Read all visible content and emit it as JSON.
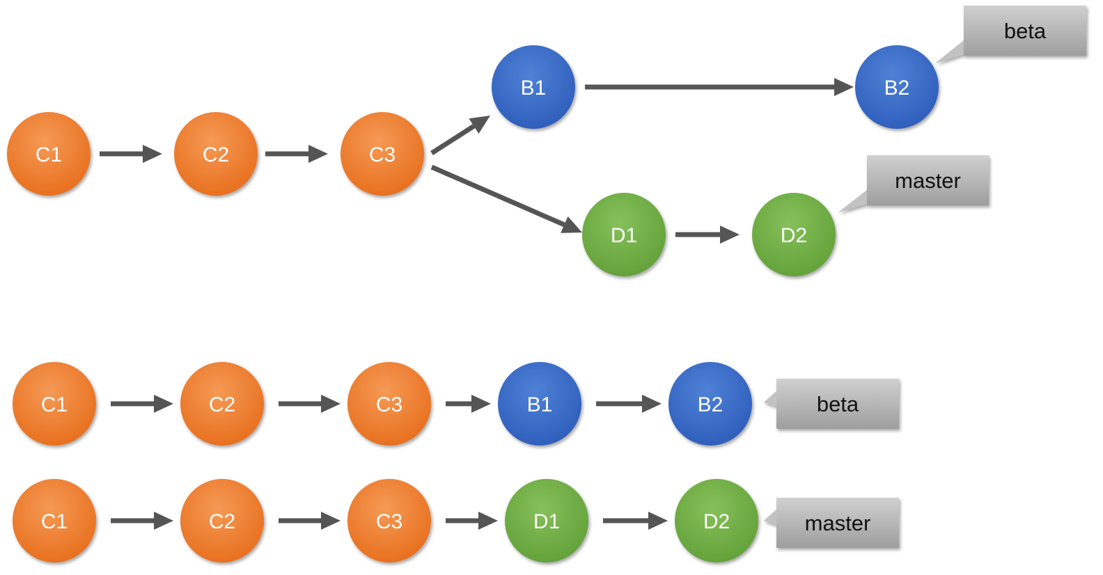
{
  "colors": {
    "orange": "#ee7a2c",
    "blue": "#3a6bc9",
    "green": "#70ad47",
    "arrow": "#555555",
    "tag": "#b4b4b4"
  },
  "top_graph": {
    "nodes": [
      {
        "id": "C1",
        "label": "C1",
        "color": "orange"
      },
      {
        "id": "C2",
        "label": "C2",
        "color": "orange"
      },
      {
        "id": "C3",
        "label": "C3",
        "color": "orange"
      },
      {
        "id": "B1",
        "label": "B1",
        "color": "blue"
      },
      {
        "id": "B2",
        "label": "B2",
        "color": "blue"
      },
      {
        "id": "D1",
        "label": "D1",
        "color": "green"
      },
      {
        "id": "D2",
        "label": "D2",
        "color": "green"
      }
    ],
    "edges": [
      {
        "from": "C1",
        "to": "C2"
      },
      {
        "from": "C2",
        "to": "C3"
      },
      {
        "from": "C3",
        "to": "B1"
      },
      {
        "from": "B1",
        "to": "B2"
      },
      {
        "from": "C3",
        "to": "D1"
      },
      {
        "from": "D1",
        "to": "D2"
      }
    ],
    "tags": [
      {
        "label": "beta",
        "points_to": "B2"
      },
      {
        "label": "master",
        "points_to": "D2"
      }
    ]
  },
  "linear_rows": [
    {
      "nodes": [
        {
          "label": "C1",
          "color": "orange"
        },
        {
          "label": "C2",
          "color": "orange"
        },
        {
          "label": "C3",
          "color": "orange"
        },
        {
          "label": "B1",
          "color": "blue"
        },
        {
          "label": "B2",
          "color": "blue"
        }
      ],
      "tag": "beta"
    },
    {
      "nodes": [
        {
          "label": "C1",
          "color": "orange"
        },
        {
          "label": "C2",
          "color": "orange"
        },
        {
          "label": "C3",
          "color": "orange"
        },
        {
          "label": "D1",
          "color": "green"
        },
        {
          "label": "D2",
          "color": "green"
        }
      ],
      "tag": "master"
    }
  ]
}
